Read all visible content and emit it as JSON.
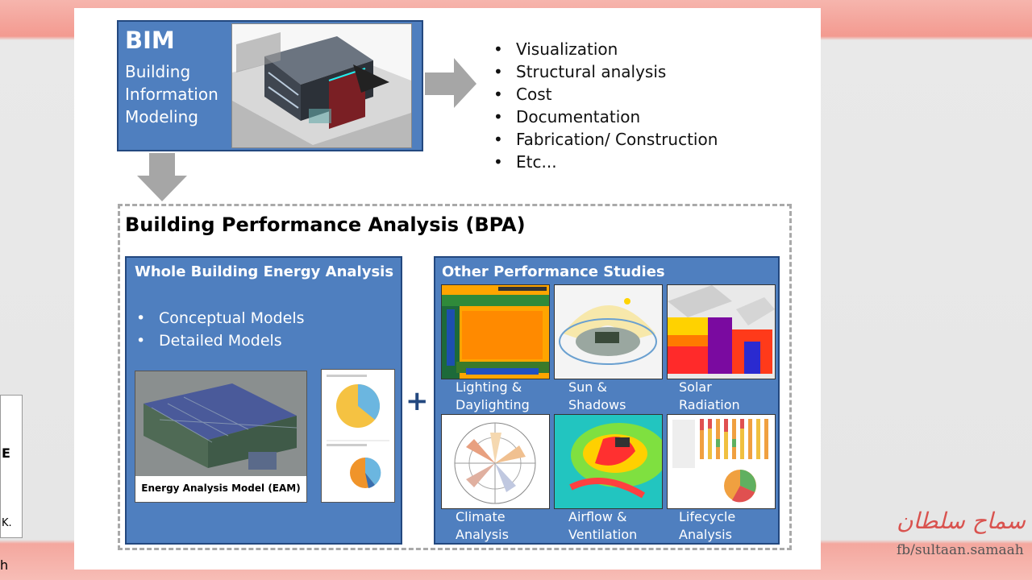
{
  "bim": {
    "title": "BIM",
    "lines": [
      "Building",
      "Information",
      "Modeling"
    ]
  },
  "uses": [
    "Visualization",
    "Structural analysis",
    "Cost",
    "Documentation",
    "Fabrication/ Construction",
    "Etc..."
  ],
  "bpa": {
    "title": "Building Performance Analysis (BPA)",
    "whole_building": {
      "title": "Whole Building Energy Analysis",
      "items": [
        "Conceptual Models",
        "Detailed Models"
      ],
      "model_caption": "Energy Analysis Model (EAM)"
    },
    "plus": "+",
    "other": {
      "title": "Other Performance Studies",
      "studies": [
        {
          "line1": "Lighting &",
          "line2": "Daylighting"
        },
        {
          "line1": "Sun &",
          "line2": "Shadows"
        },
        {
          "line1": "Solar",
          "line2": "Radiation"
        },
        {
          "line1": "Climate",
          "line2": "Analysis"
        },
        {
          "line1": "Airflow &",
          "line2": "Ventilation"
        },
        {
          "line1": "Lifecycle",
          "line2": "Analysis"
        }
      ]
    }
  },
  "watermark": {
    "name": "سماح سلطان",
    "fb": "fb/sultaan.samaah"
  },
  "left_edge": {
    "e": "E",
    "k": "K.",
    "h": "h"
  },
  "colors": {
    "panel_blue": "#4f7fbf",
    "panel_border": "#23487f",
    "arrow_gray": "#a6a6a6"
  }
}
